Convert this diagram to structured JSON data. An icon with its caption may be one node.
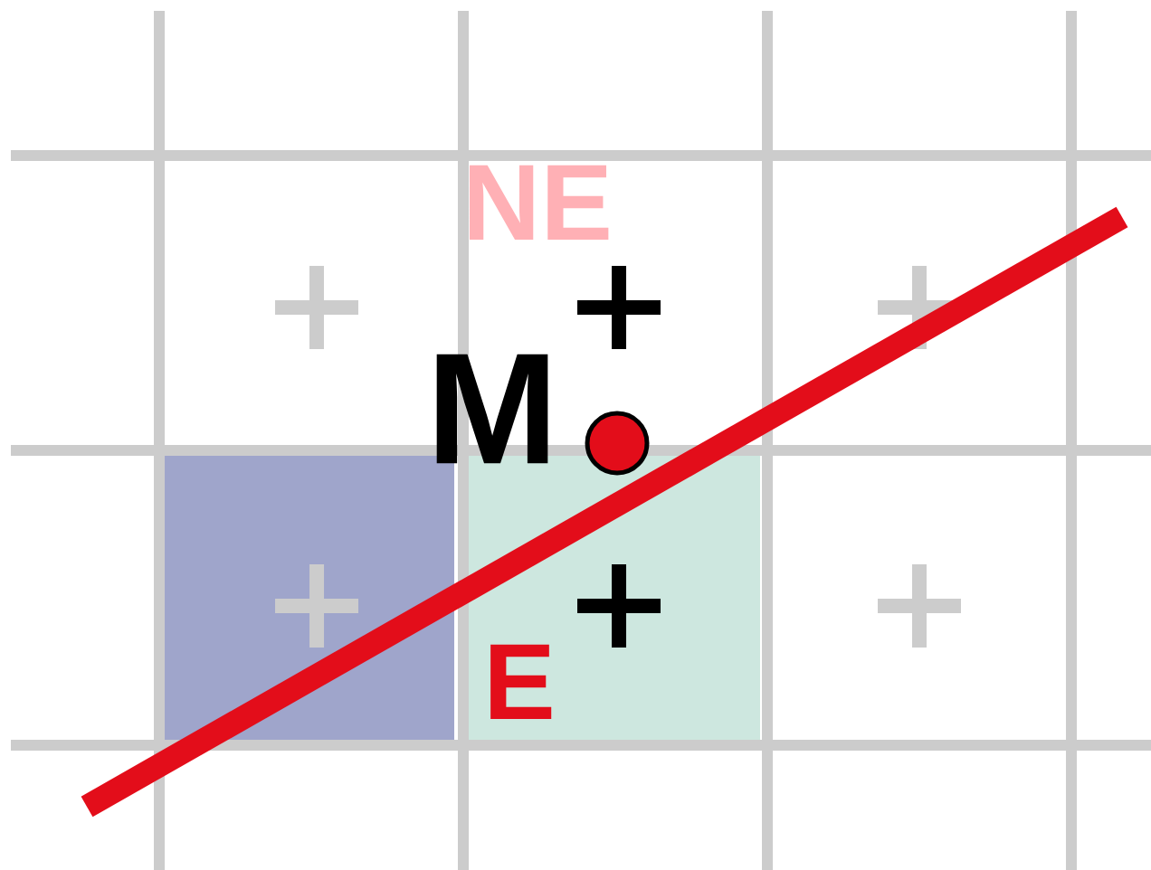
{
  "diagram": {
    "labels": [
      "NE",
      "M",
      "E"
    ]
  }
}
